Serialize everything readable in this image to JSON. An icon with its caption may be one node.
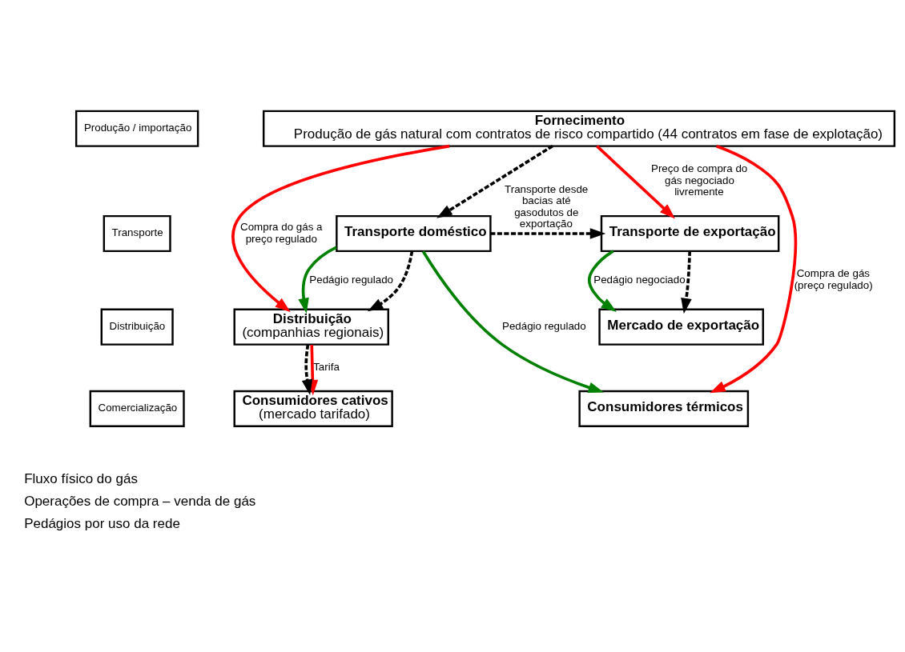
{
  "diagram": {
    "nodes": [
      {
        "text": [
          "Fornecimento",
          "Produção de gás natural com contratos de risco compartido (44 contratos em fase de explotação)"
        ]
      },
      {
        "text": [
          "Transporte doméstico"
        ]
      },
      {
        "text": [
          "Transporte de exportação"
        ]
      },
      {
        "text": [
          "Mercado de exportação"
        ]
      },
      {
        "text": [
          "Distribuição",
          "(companhias regionais)"
        ]
      },
      {
        "text": [
          "Consumidores cativos",
          "(mercado tarifado)"
        ]
      },
      {
        "text": [
          "Consumidores térmicos"
        ]
      },
      {
        "text": [
          "Produção / importação"
        ]
      },
      {
        "text": [
          "Transporte"
        ]
      },
      {
        "text": [
          "Distribuição"
        ]
      },
      {
        "text": [
          "Comercialização"
        ]
      }
    ],
    "edges": [
      {
        "from": 0,
        "to": 4,
        "arrow": "to",
        "color": "#ff0000",
        "label": "Compra do gás a preço regulado"
      },
      {
        "from": 0,
        "to": 1,
        "arrow": "to",
        "style": "dashed",
        "color": "#000000"
      },
      {
        "from": 0,
        "to": 6,
        "arrow": "to",
        "color": "#ff0000",
        "label": "Compra de gás (preço regulado)"
      },
      {
        "from": 0,
        "to": 2,
        "arrow": "to",
        "color": "#ff0000",
        "label": "Preço de compra do gás negociado livremente"
      },
      {
        "from": 1,
        "to": 2,
        "arrow": "to",
        "style": "dashed",
        "color": "#000000",
        "label": "Transporte desde bacias até gasodutos de exportação"
      },
      {
        "from": 1,
        "to": 4,
        "arrow": "to",
        "color": "#008000",
        "label": "Pedágio regulado"
      },
      {
        "from": 1,
        "to": 4,
        "arrow": "to",
        "style": "dashed",
        "color": "#000000"
      },
      {
        "from": 1,
        "to": 6,
        "arrow": "to",
        "color": "#008000",
        "label": "Pedágio regulado"
      },
      {
        "from": 2,
        "to": 3,
        "arrow": "to",
        "color": "#008000",
        "label": "Pedágio negociado"
      },
      {
        "from": 2,
        "to": 3,
        "arrow": "to",
        "style": "dashed",
        "color": "#000000"
      },
      {
        "from": 4,
        "to": 5,
        "arrow": "to",
        "color": "#ff0000",
        "label": "Tarifa"
      },
      {
        "from": 4,
        "to": 5,
        "arrow": "to",
        "style": "dashed",
        "color": "#000000"
      }
    ],
    "legend": [
      {
        "text": "Fluxo físico do gás"
      },
      {
        "text": "Operações de compra – venda de gás"
      },
      {
        "text": "Pedágios por uso da rede"
      }
    ]
  }
}
